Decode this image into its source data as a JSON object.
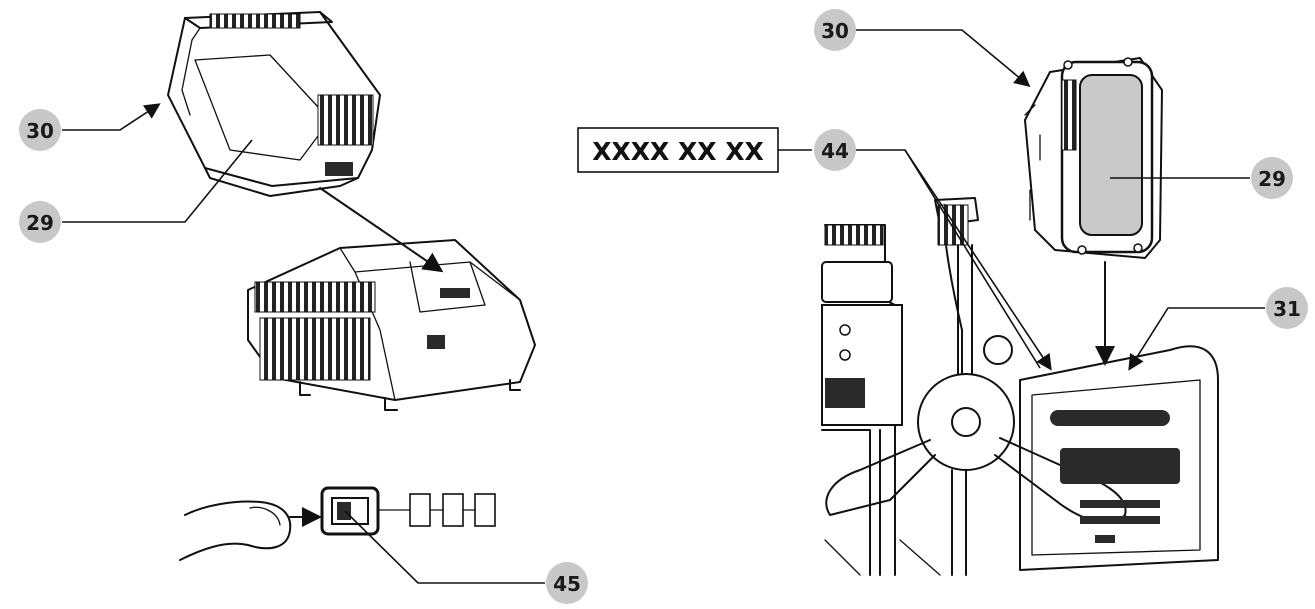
{
  "callouts": {
    "c30_left": "30",
    "c29_left": "29",
    "c45": "45",
    "c30_right": "30",
    "c44": "44",
    "c29_right": "29",
    "c31": "31"
  },
  "product_code": "XXXX XX XX",
  "colors": {
    "callout_fill": "#c8c8c8",
    "line": "#111111",
    "battery_panel": "#c9c9c9"
  },
  "icons": [
    "battery-pack-icon",
    "charger-icon",
    "finger-icon",
    "battery-gauge-icon",
    "drill-unit-icon"
  ]
}
